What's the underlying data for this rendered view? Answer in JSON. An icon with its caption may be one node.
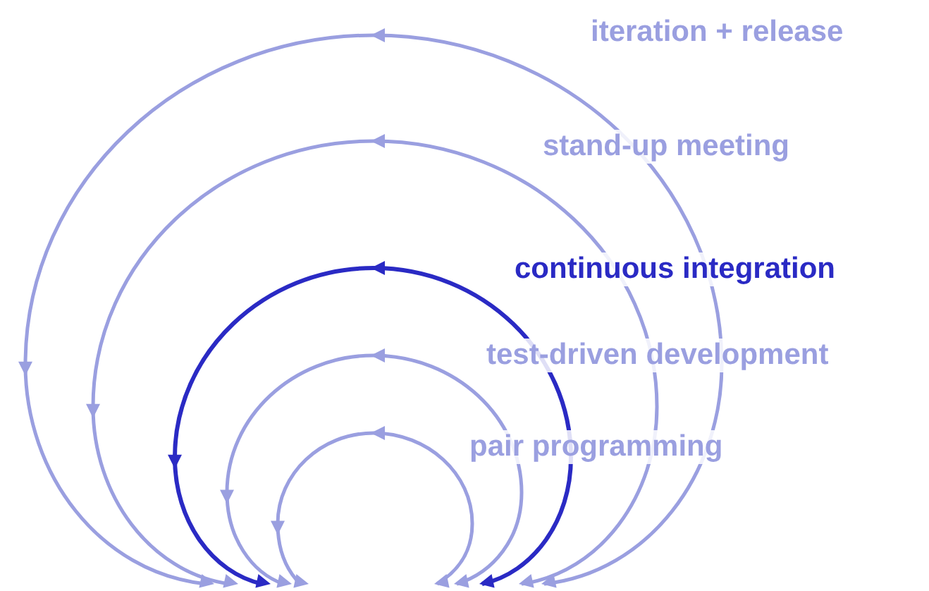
{
  "diagram": {
    "labels": [
      "iteration + release",
      "stand-up meeting",
      "continuous integration",
      "test-driven development",
      "pair programming"
    ]
  }
}
